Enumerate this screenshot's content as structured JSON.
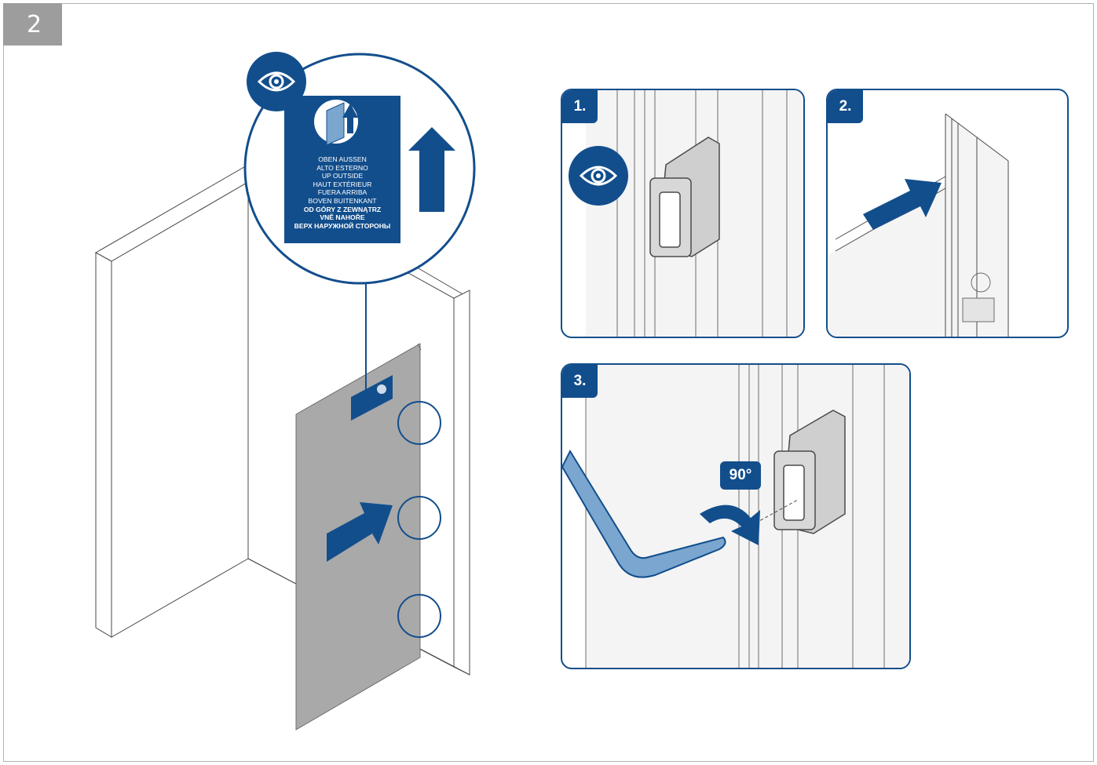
{
  "step_number": "2",
  "colors": {
    "brand_blue": "#124e8c",
    "light_blue": "#7aa6cf",
    "panel_gray": "#a9a9a9",
    "step_tab": "#9d9d9d"
  },
  "sign": {
    "lines": [
      "OBEN AUSSEN",
      "ALTO ESTERNO",
      "UP OUTSIDE",
      "HAUT EXTÉRIEUR",
      "FUERA ARRIBA",
      "BOVEN BUITENKANT"
    ],
    "bold_lines": [
      "OD GÓRY Z ZEWNĄTRZ",
      "VNĚ NAHOŘE",
      "ВЕРХ НАРУЖНОЙ СТОРОНЫ"
    ]
  },
  "icons": [
    "eye-icon",
    "up-arrow-icon",
    "push-arrow-icon",
    "rotate-arrow-icon",
    "crowbar-icon"
  ],
  "panels": [
    {
      "label": "1."
    },
    {
      "label": "2."
    },
    {
      "label": "3.",
      "angle": "90°"
    }
  ]
}
